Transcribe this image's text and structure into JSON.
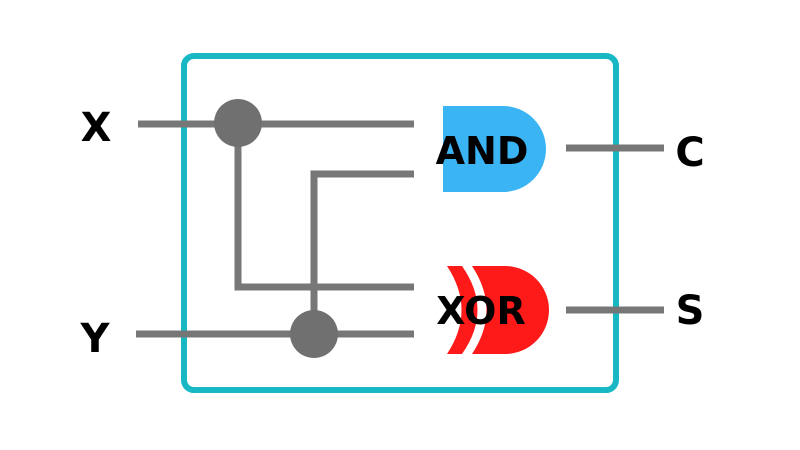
{
  "inputs": {
    "x_label": "X",
    "y_label": "Y"
  },
  "outputs": {
    "c_label": "C",
    "s_label": "S"
  },
  "gates": {
    "and_label": "AND",
    "xor_label": "XOR"
  },
  "colors": {
    "frame": "#17b8c4",
    "wire": "#777777",
    "junction": "#707070",
    "and_gate": "#3bb4f4",
    "xor_gate": "#ff1a1a",
    "text": "#000000"
  }
}
